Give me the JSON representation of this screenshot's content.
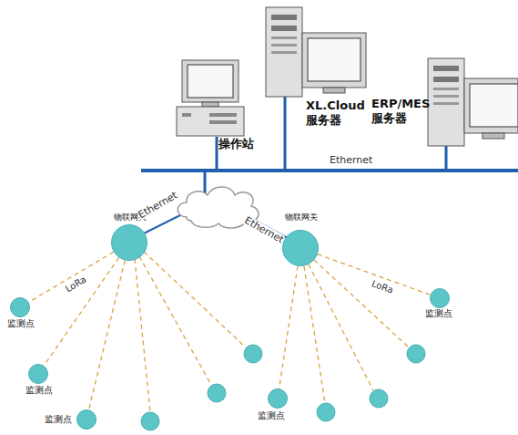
{
  "diagram": {
    "nodes": [
      {
        "text": [
          "操作站"
        ]
      },
      {
        "text": [
          "XL.Cloud 服务器"
        ]
      },
      {
        "text": [
          "ERP/MES 服务器"
        ]
      },
      {
        "text": [
          "物联网关"
        ]
      },
      {
        "text": [
          "物联网关"
        ]
      },
      {
        "text": [
          "监测点"
        ]
      },
      {
        "text": [
          "监测点"
        ]
      },
      {
        "text": [
          "监测点"
        ]
      },
      {
        "text": [
          "监测点"
        ]
      },
      {
        "text": [
          "监测点"
        ]
      }
    ],
    "edges": [
      {
        "from": 3,
        "to": 5,
        "label": "LoRa",
        "arrow": "none"
      },
      {
        "from": 3,
        "to": 6,
        "arrow": "none"
      },
      {
        "from": 3,
        "to": 7,
        "arrow": "none"
      },
      {
        "from": 4,
        "to": 8,
        "arrow": "none"
      },
      {
        "from": 4,
        "to": 9,
        "label": "LoRa",
        "arrow": "none"
      }
    ],
    "labels": [
      "Ethernet",
      "Ethernet",
      "Ethernet"
    ]
  }
}
